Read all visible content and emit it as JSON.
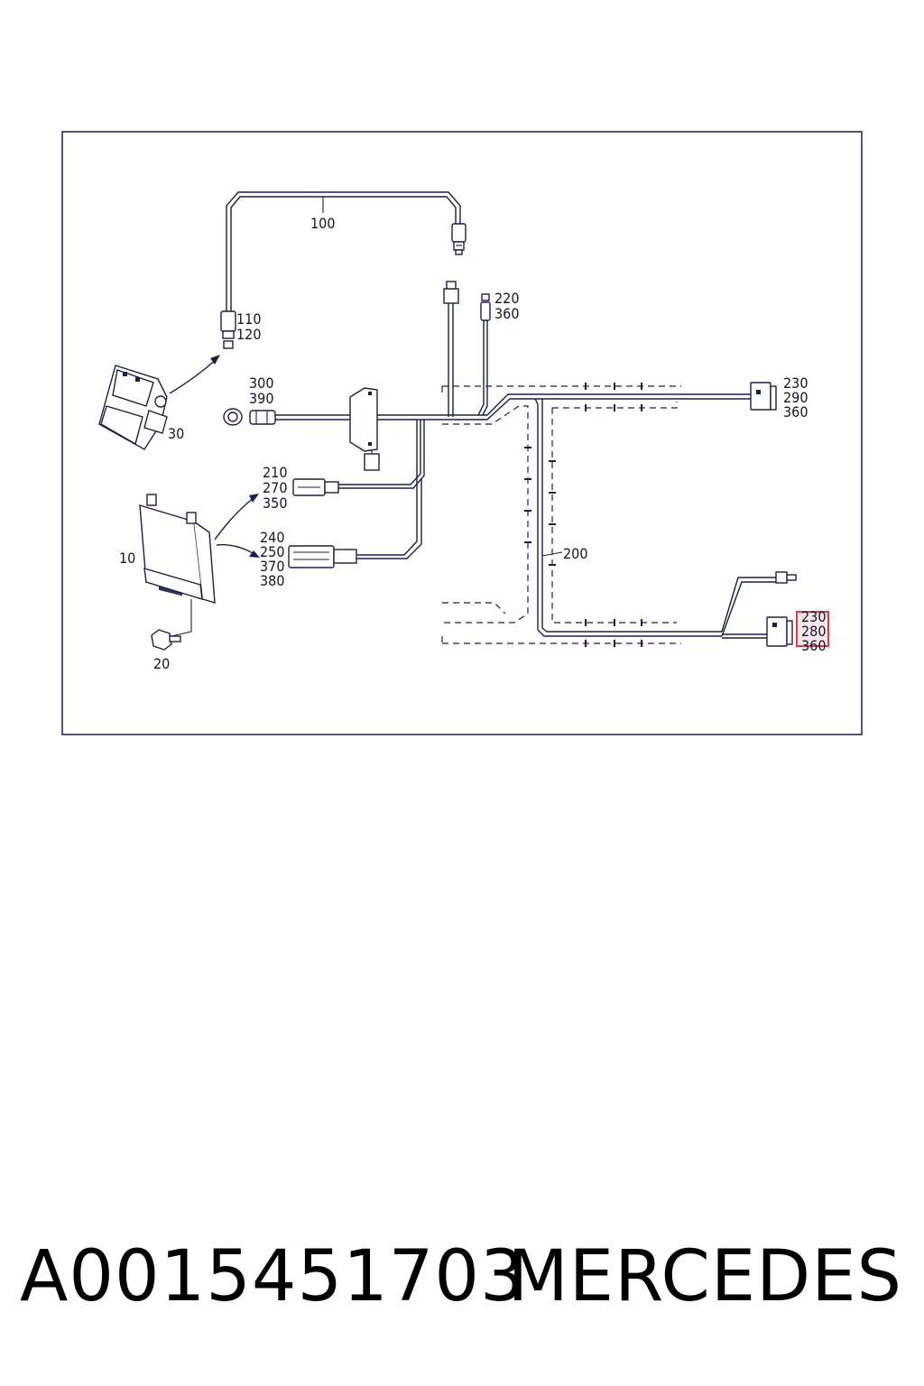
{
  "diagram": {
    "labels": {
      "l100": "100",
      "l110": "110",
      "l120": "120",
      "l220a": "220",
      "l360a": "360",
      "l300": "300",
      "l390": "390",
      "l30": "30",
      "l230a": "230",
      "l290": "290",
      "l360b": "360",
      "l210": "210",
      "l270": "270",
      "l350": "350",
      "l240": "240",
      "l250": "250",
      "l370": "370",
      "l380": "380",
      "l10": "10",
      "l20": "20",
      "l200": "200",
      "l230b": "230",
      "l280": "280",
      "l360c": "360"
    },
    "highlight_color": "#e23a3a",
    "line_color": "#1d1d4a"
  },
  "footer": {
    "part_number": "A0015451703",
    "brand": "MERCEDES"
  }
}
